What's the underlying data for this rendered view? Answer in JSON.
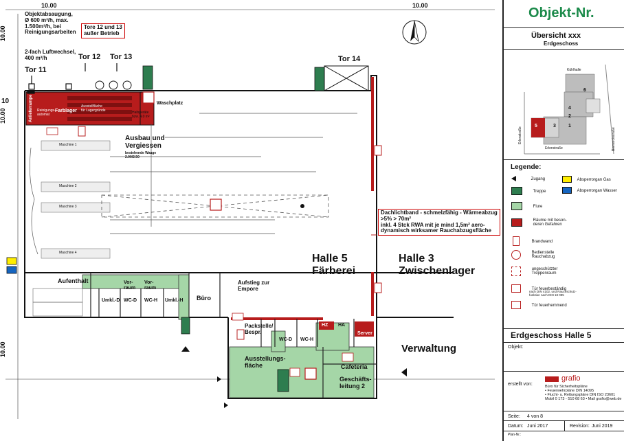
{
  "dims": {
    "left": "10.00",
    "top": "10.00",
    "top_right": "10.00",
    "side": "10.00",
    "side_bottom": "10.00",
    "ten": "10"
  },
  "notes": {
    "exhaust": [
      "Objektabsaugung,",
      "Ø 600 m³/h, max.",
      "1.500m³/h, bei",
      "Reinigungsarbeiten"
    ],
    "air": [
      "2-fach Luftwechsel,",
      "400 m³/h"
    ],
    "tor_note": [
      "Tore 12 und 13",
      "außer Betrieb"
    ],
    "roof": [
      "Dachlichtband - schmelzfähig - Wärmeabzug",
      ">5% > 70m²",
      "inkl. 4 Stck RWA mit je mind 1,5m² aero-",
      "dynamisch wirksamer Rauchabzugsfläche"
    ]
  },
  "gates": {
    "tor11": "Tor 11",
    "tor12": "Tor 12",
    "tor13": "Tor 13",
    "tor14": "Tor 14"
  },
  "rooms": {
    "anlieferrampe": "Anlieferrampe",
    "farblager": "Farblager",
    "waschplatz": "Waschplatz",
    "ausbau": [
      "Ausbau und",
      "Vergiessen"
    ],
    "waage": [
      "bestehende Waage",
      "2.00/2.50"
    ],
    "halle5": [
      "Halle 5",
      "Färberei"
    ],
    "halle3": [
      "Halle 3",
      "Zwischenlager"
    ],
    "aufenthalt": "Aufenthalt",
    "buero": "Büro",
    "vorraum1": [
      "Vor-",
      "raum"
    ],
    "vorraum2": [
      "Vor-",
      "raum"
    ],
    "umkld": "Umkl.-D",
    "wcd": "WC-D",
    "wch": "WC-H",
    "umklh": "Umkl.-H",
    "aufstieg": [
      "Aufstieg zur",
      "Empore"
    ],
    "packstelle": [
      "Packstelle/",
      "Bespr."
    ],
    "wcd2": "WC-D",
    "wch2": "WC-H",
    "hz": "HZ",
    "ha": "HA",
    "server": "Server",
    "verwaltung": "Verwaltung",
    "ausstellung": [
      "Ausstellungs-",
      "fläche"
    ],
    "cafeteria": "Cafeteria",
    "geschaeft": [
      "Geschäfts-",
      "leitung 2"
    ],
    "reinigung": "Reinigungs-\nautomat",
    "ausstell_lager": "Ausstellfläche\nfür Lagergründe",
    "halbgeraete": "Halbgeräte\nbzw. 4,0 m²"
  },
  "machines": [
    "Maschine 1",
    "Maschine 2",
    "Maschine 3",
    "Maschine 4"
  ],
  "title": {
    "objekt_nr": "Objekt-Nr.",
    "uebersicht": "Übersicht xxx",
    "geschoss": "Erdgeschoss",
    "legende": "Legende:",
    "plan_title": "Erdgeschoss Halle 5",
    "objekt": "Objekt:",
    "erstellt": "erstellt von:",
    "grafio": "grafio",
    "buero_lines": [
      "Büro für Sicherheitspläne",
      "• Feuerwehrpläne DIN 14095",
      "• Flucht- u. Rettungspläne DIN ISO 23601",
      "Mobil 0 173 - 510 68 63 • Mail grafio@web.de"
    ],
    "seite_label": "Seite:",
    "seite": "4 von 8",
    "datum_label": "Datum:",
    "datum": "Juni 2017",
    "revision_label": "Revision:",
    "revision": "Juni 2019",
    "planfix": "Plan-Nr.:"
  },
  "overview": {
    "kuehlhalle": "Kühlhalle",
    "nums": [
      "6",
      "5",
      "4",
      "3",
      "2",
      "1"
    ],
    "street1": "Erlenstraße",
    "street2": "Bismarckstraße",
    "street3": "Erlenstraße"
  },
  "legend": [
    {
      "label": "Zugang",
      "icon": "triangle-icon"
    },
    {
      "label": "Treppe",
      "icon": "green-square-icon"
    },
    {
      "label": "Flure",
      "icon": "light-green-square-icon"
    },
    {
      "label": "Räume mit beson-\nderen Gefahren",
      "icon": "red-square-icon"
    },
    {
      "label": "Brandwand",
      "icon": "firewall-icon"
    },
    {
      "label": "Bedienstelle\nRauchabzug",
      "icon": "smoke-control-icon"
    },
    {
      "label": "ungeschützter\nTreppenraum",
      "icon": "stair-icon"
    },
    {
      "label": "Tür feuerbeständig",
      "icon": "door-t90-icon"
    },
    {
      "label": "Tür feuerhemmend",
      "icon": "door-t30-icon"
    }
  ],
  "legend_right": [
    {
      "label": "Absperrorgan Gas",
      "icon": "gas-valve-icon"
    },
    {
      "label": "Absperrorgan Wasser",
      "icon": "water-valve-icon"
    }
  ],
  "legend_small": "nach DIN 4102, und Rauchschutz-\nfunktion nach DIN 18 095",
  "colors": {
    "red": "#b71c1c",
    "green": "#2e7d4f",
    "lightgreen": "#a5d6a7",
    "title_green": "#1b8a4a"
  }
}
